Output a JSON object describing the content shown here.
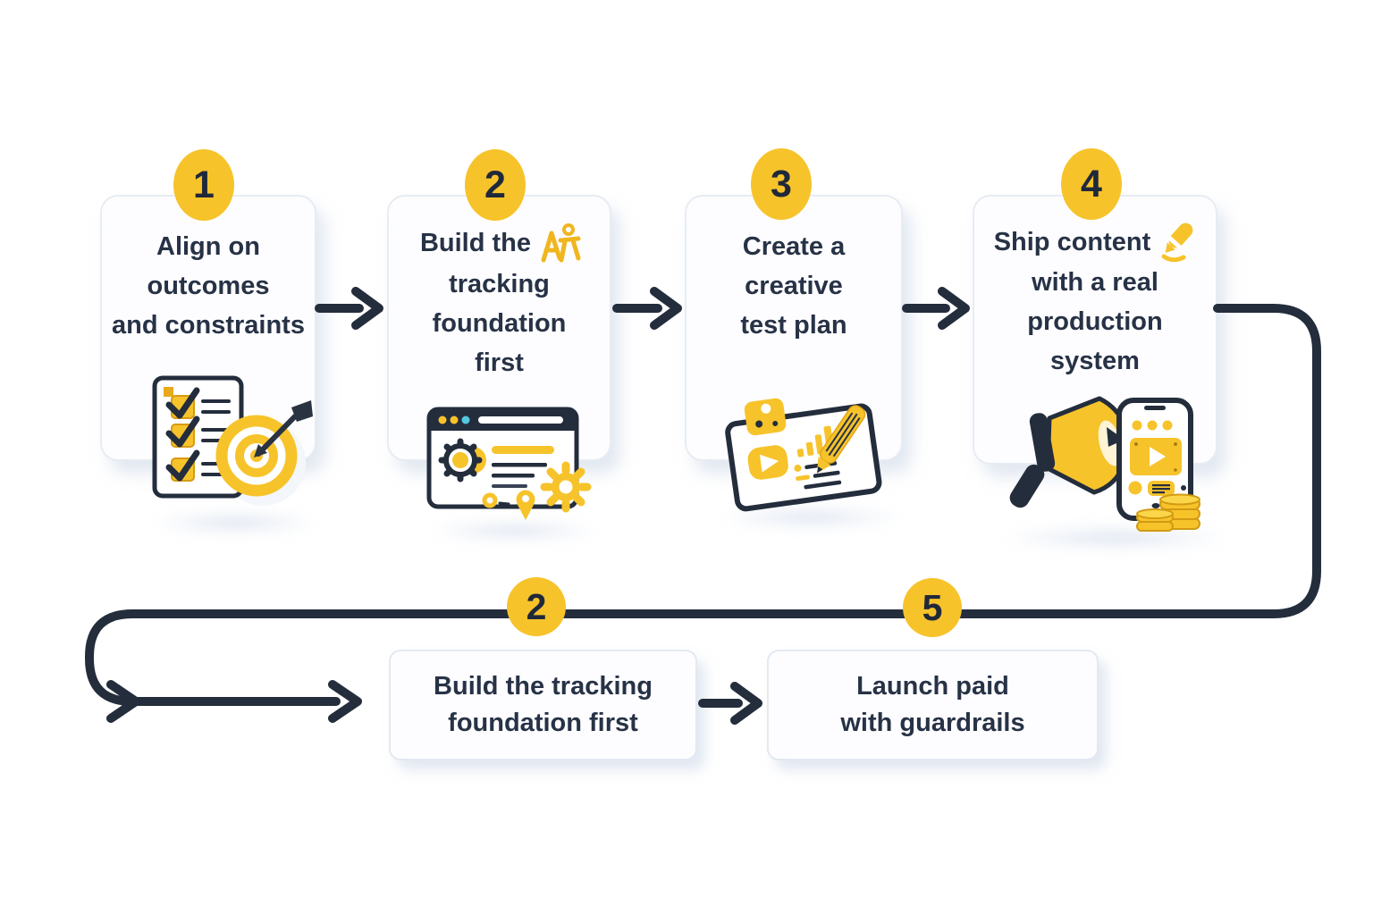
{
  "colors": {
    "accent_yellow": "#F7C32B",
    "dark_navy": "#242D3C",
    "title_text": "#273246",
    "cyan_dot": "#55C8DF",
    "card_border": "#E7ECF3"
  },
  "steps": [
    {
      "number": "1",
      "title_lines": [
        "Align on",
        "outcomes",
        "and constraints"
      ],
      "icon": "checklist-target-icon"
    },
    {
      "number": "2",
      "title_lines": [
        "Build the",
        "tracking",
        "foundation",
        "first"
      ],
      "inline_icon": "figure-letter-icon",
      "icon": "browser-gears-icon"
    },
    {
      "number": "3",
      "title_lines": [
        "Create a",
        "creative",
        "test plan"
      ],
      "icon": "clipboard-pencil-icon"
    },
    {
      "number": "4",
      "title_lines": [
        "Ship content",
        "with a real",
        "production",
        "system"
      ],
      "inline_icon": "marker-icon",
      "icon": "megaphone-phone-coins-icon"
    }
  ],
  "loop_row": [
    {
      "number": "2",
      "title_lines": [
        "Build the tracking",
        "foundation first"
      ]
    },
    {
      "number": "5",
      "title_lines": [
        "Launch paid",
        "with guardrails"
      ]
    }
  ]
}
